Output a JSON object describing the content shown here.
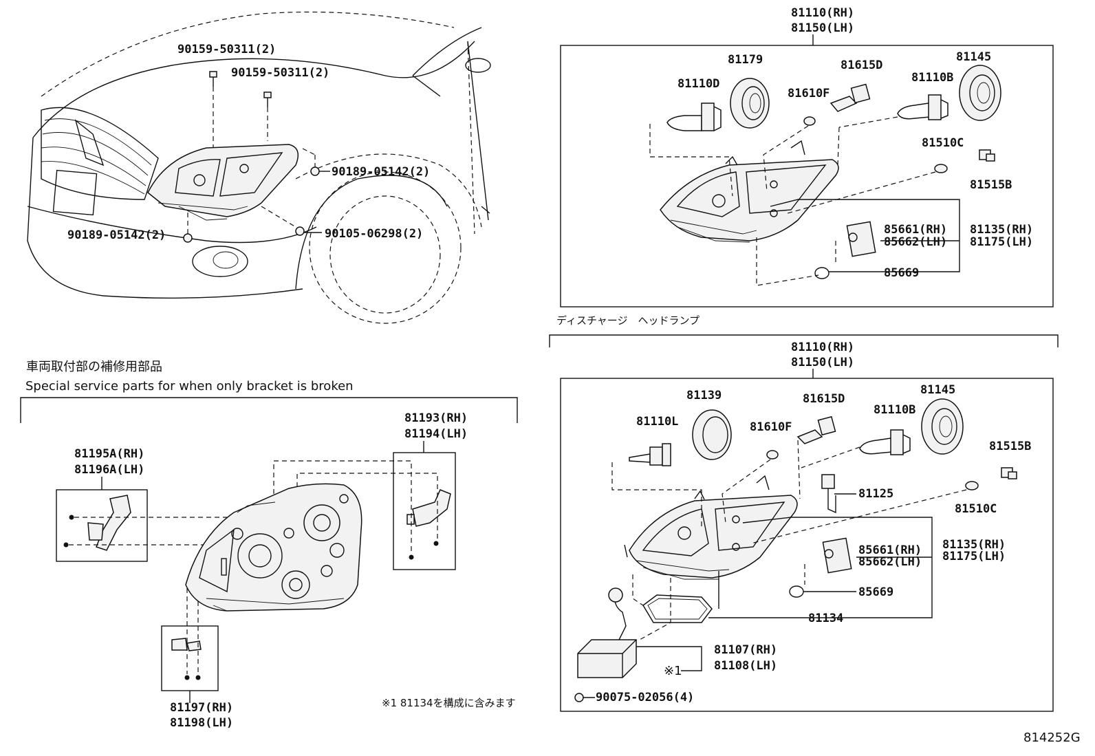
{
  "top_left": {
    "bolt_upper_1": "90159-50311(2)",
    "bolt_upper_2": "90159-50311(2)",
    "nut_right": "90189-05142(2)",
    "nut_left": "90189-05142(2)",
    "screw_lower": "90105-06298(2)"
  },
  "upper_assembly": {
    "title_rh": "81110(RH)",
    "title_lh": "81150(LH)",
    "p81179": "81179",
    "p81110D": "81110D",
    "p81615D": "81615D",
    "p81610F": "81610F",
    "p81110B": "81110B",
    "p81145": "81145",
    "p81510C": "81510C",
    "p81515B": "81515B",
    "p85661": "85661(RH)",
    "p85662": "85662(LH)",
    "p81135": "81135(RH)",
    "p81175": "81175(LH)",
    "p85669": "85669"
  },
  "discharge": {
    "heading": "ディスチャージ　ヘッドランプ",
    "title_rh": "81110(RH)",
    "title_lh": "81150(LH)",
    "p81139": "81139",
    "p81110L": "81110L",
    "p81615D": "81615D",
    "p81610F": "81610F",
    "p81110B": "81110B",
    "p81145": "81145",
    "p81515B": "81515B",
    "p81125": "81125",
    "p81510C": "81510C",
    "p85661": "85661(RH)",
    "p85662": "85662(LH)",
    "p81135": "81135(RH)",
    "p81175": "81175(LH)",
    "p85669": "85669",
    "p81134": "81134",
    "p81107": "81107(RH)",
    "p81108": "81108(LH)",
    "note_mark": "※1",
    "screw": "90075-02056(4)"
  },
  "service": {
    "heading_ja": "車両取付部の補修用部品",
    "heading_en": "Special service parts for when only bracket is broken",
    "p81195A": "81195A(RH)",
    "p81196A": "81196A(LH)",
    "p81193": "81193(RH)",
    "p81194": "81194(LH)",
    "p81197": "81197(RH)",
    "p81198": "81198(LH)",
    "footnote": "※1 81134を構成に含みます"
  },
  "figure_code": "814252G"
}
